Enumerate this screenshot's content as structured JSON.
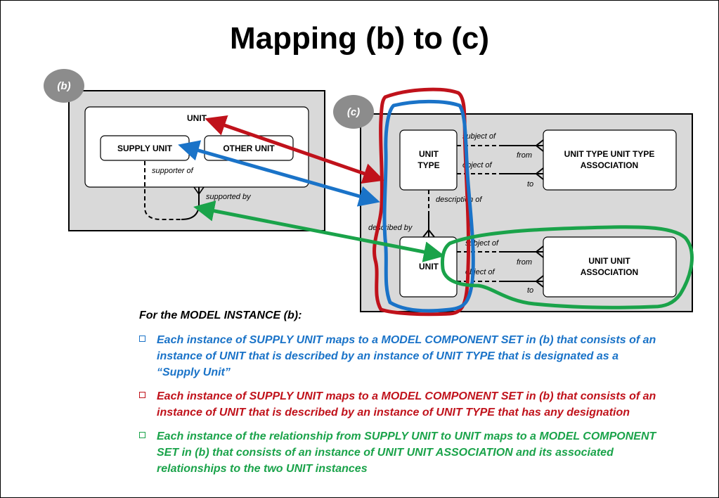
{
  "title": "Mapping (b) to (c)",
  "badges": {
    "b": "(b)",
    "c": "(c)"
  },
  "diagram_b": {
    "unit": "UNIT",
    "supply_unit": "SUPPLY UNIT",
    "other_unit": "OTHER UNIT",
    "supporter_of": "supporter of",
    "supported_by": "supported by"
  },
  "diagram_c": {
    "unit_type_line1": "UNIT",
    "unit_type_line2": "TYPE",
    "unit": "UNIT",
    "ut_assoc_line1": "UNIT TYPE UNIT TYPE",
    "ut_assoc_line2": "ASSOCIATION",
    "uu_assoc_line1": "UNIT UNIT",
    "uu_assoc_line2": "ASSOCIATION",
    "subject_of": "subject of",
    "object_of": "object of",
    "from": "from",
    "to": "to",
    "description_of": "description of",
    "described_by": "described by"
  },
  "notes": {
    "heading": "For the MODEL INSTANCE (b):",
    "bullets": [
      {
        "color": "#1a73c8",
        "text": "Each instance of SUPPLY UNIT maps to a MODEL COMPONENT SET in (b) that consists of an instance of UNIT that is described by an instance of UNIT TYPE that is designated as a “Supply Unit”"
      },
      {
        "color": "#c0121b",
        "text": "Each instance of SUPPLY UNIT maps to a MODEL COMPONENT SET in (b) that consists of an instance of UNIT that is described by an instance of UNIT TYPE that has any designation"
      },
      {
        "color": "#1aa34a",
        "text": "Each instance of the relationship from SUPPLY UNIT  to UNIT maps to a MODEL COMPONENT SET in (b) that consists of an instance of UNIT UNIT ASSOCIATION and its associated relationships to the two UNIT instances"
      }
    ]
  }
}
